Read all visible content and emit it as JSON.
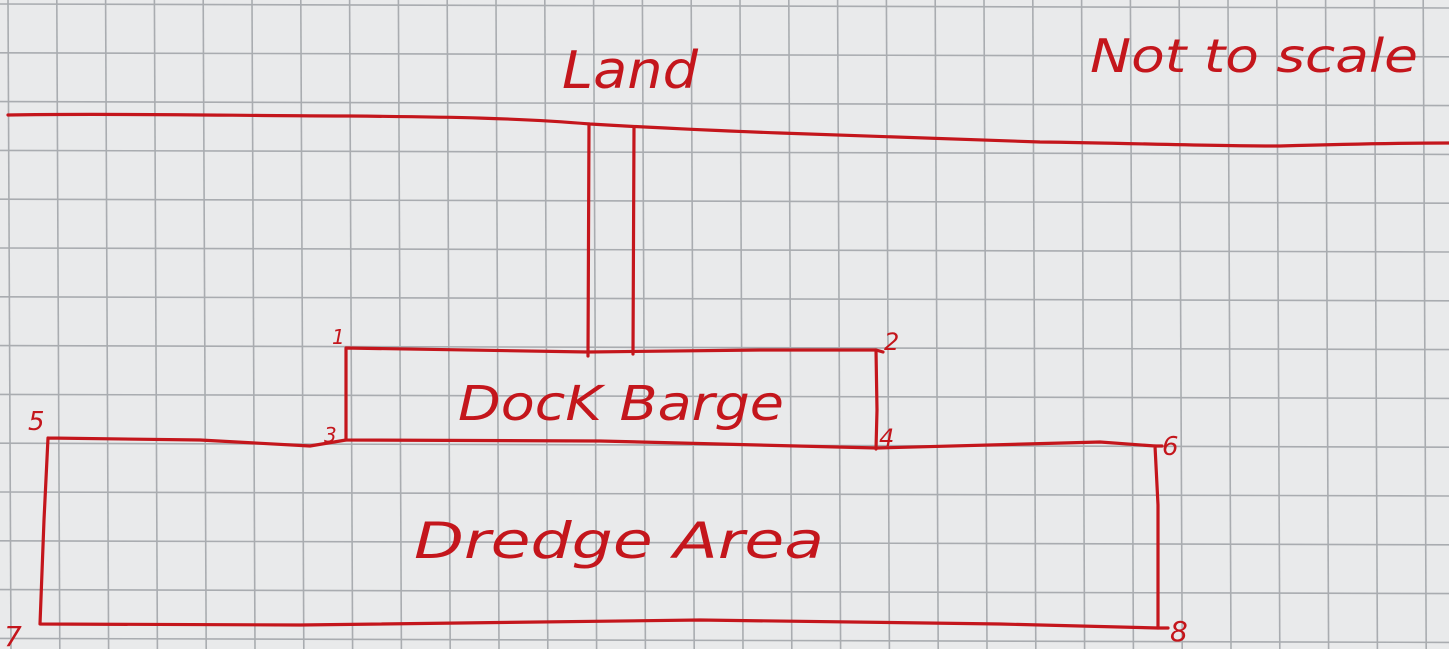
{
  "note": "Not to scale",
  "land_label": "Land",
  "barge_label": "DocK Barge",
  "dredge_label": "Dredge Area",
  "corner_labels": {
    "c1": "1",
    "c2": "2",
    "c3": "3",
    "c4": "4",
    "c5": "5",
    "c6": "6",
    "c7": "7",
    "c8": "8"
  },
  "colors": {
    "ink": "#c4161c",
    "paper": "#e9eaeb",
    "grid": "#a9acb0"
  }
}
